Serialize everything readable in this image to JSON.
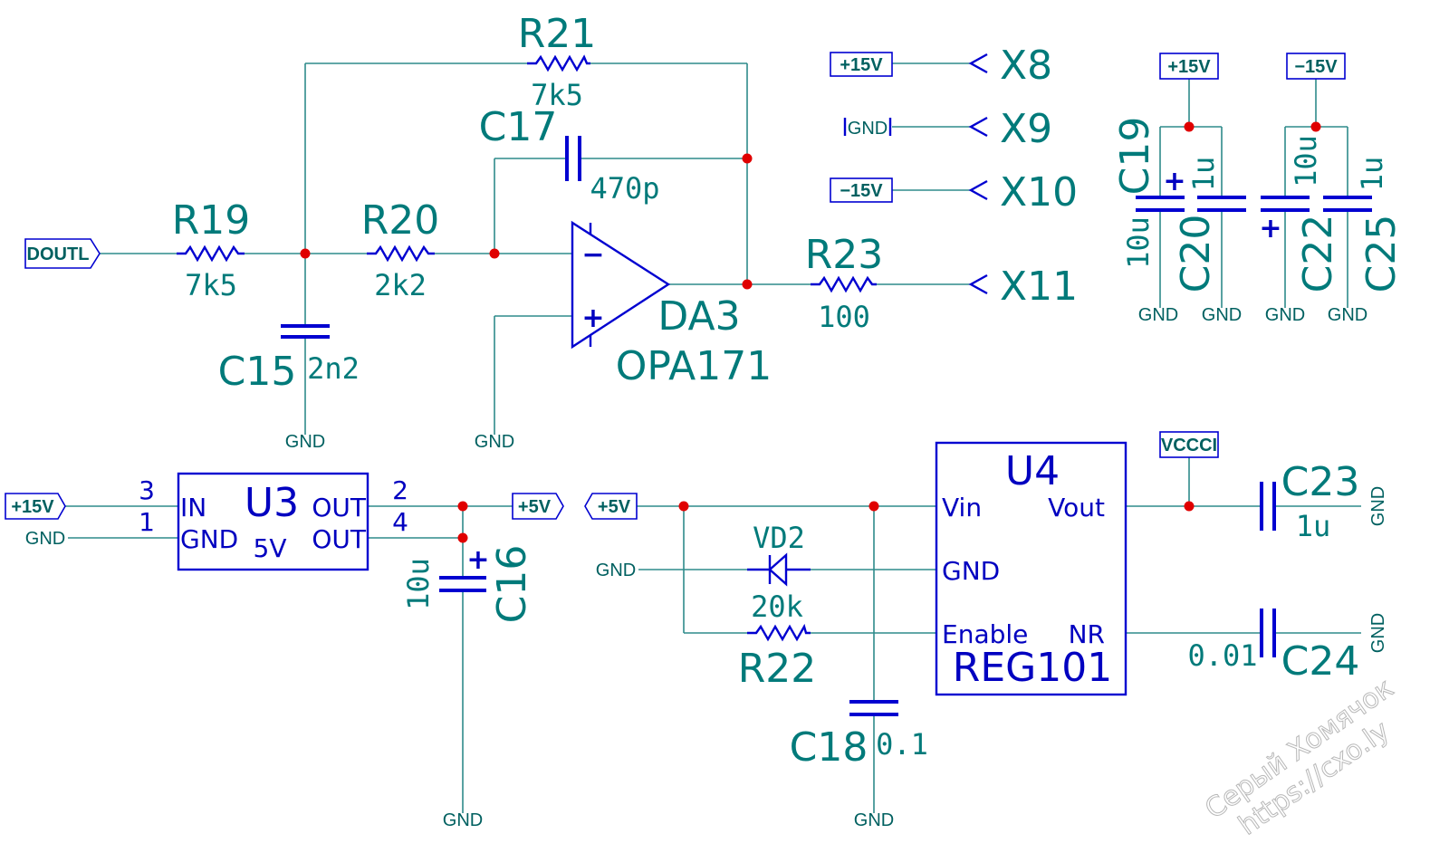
{
  "components": {
    "R19": {
      "ref": "R19",
      "value": "7k5"
    },
    "R20": {
      "ref": "R20",
      "value": "2k2"
    },
    "R21": {
      "ref": "R21",
      "value": "7k5"
    },
    "R22": {
      "ref": "R22",
      "value": "20k"
    },
    "R23": {
      "ref": "R23",
      "value": "100"
    },
    "C15": {
      "ref": "C15",
      "value": "2n2"
    },
    "C16": {
      "ref": "C16",
      "value": "10u"
    },
    "C17": {
      "ref": "C17",
      "value": "470p"
    },
    "C18": {
      "ref": "C18",
      "value": "0.1"
    },
    "C19": {
      "ref": "C19",
      "value": "10u"
    },
    "C20": {
      "ref": "C20",
      "value": "1u"
    },
    "C22": {
      "ref": "C22",
      "value": "10u"
    },
    "C23": {
      "ref": "C23",
      "value": "1u"
    },
    "C24": {
      "ref": "C24",
      "value": "0.01"
    },
    "C25": {
      "ref": "C25",
      "value": "1u"
    },
    "DA3": {
      "ref": "DA3",
      "value": "OPA171",
      "minus": "−",
      "plus": "+"
    },
    "VD2": {
      "ref": "VD2"
    },
    "U3": {
      "ref": "U3",
      "value": "5V",
      "pins": {
        "in": "IN",
        "gnd": "GND",
        "out": "OUT"
      },
      "pin_numbers": {
        "in": "3",
        "gnd": "1",
        "out1": "2",
        "out2": "4"
      }
    },
    "U4": {
      "ref": "U4",
      "value": "REG101",
      "pins": {
        "vin": "Vin",
        "vout": "Vout",
        "gnd": "GND",
        "enable": "Enable",
        "nr": "NR"
      }
    }
  },
  "nets": {
    "doutl": "DOUTL",
    "p15v": "+15V",
    "m15v": "−15V",
    "p5v": "+5V",
    "gnd": "GND",
    "vccci": "VCCCI"
  },
  "connectors": {
    "x8": "X8",
    "x9": "X9",
    "x10": "X10",
    "x11": "X11"
  },
  "polarity": {
    "plus": "+"
  },
  "watermark": {
    "line1": "Серый Хомячок",
    "line2": "https://cxo.ly"
  },
  "colors": {
    "wire": "#2e8b8b",
    "component": "#0000d0",
    "junction": "#e00000",
    "label": "#007a7a"
  }
}
